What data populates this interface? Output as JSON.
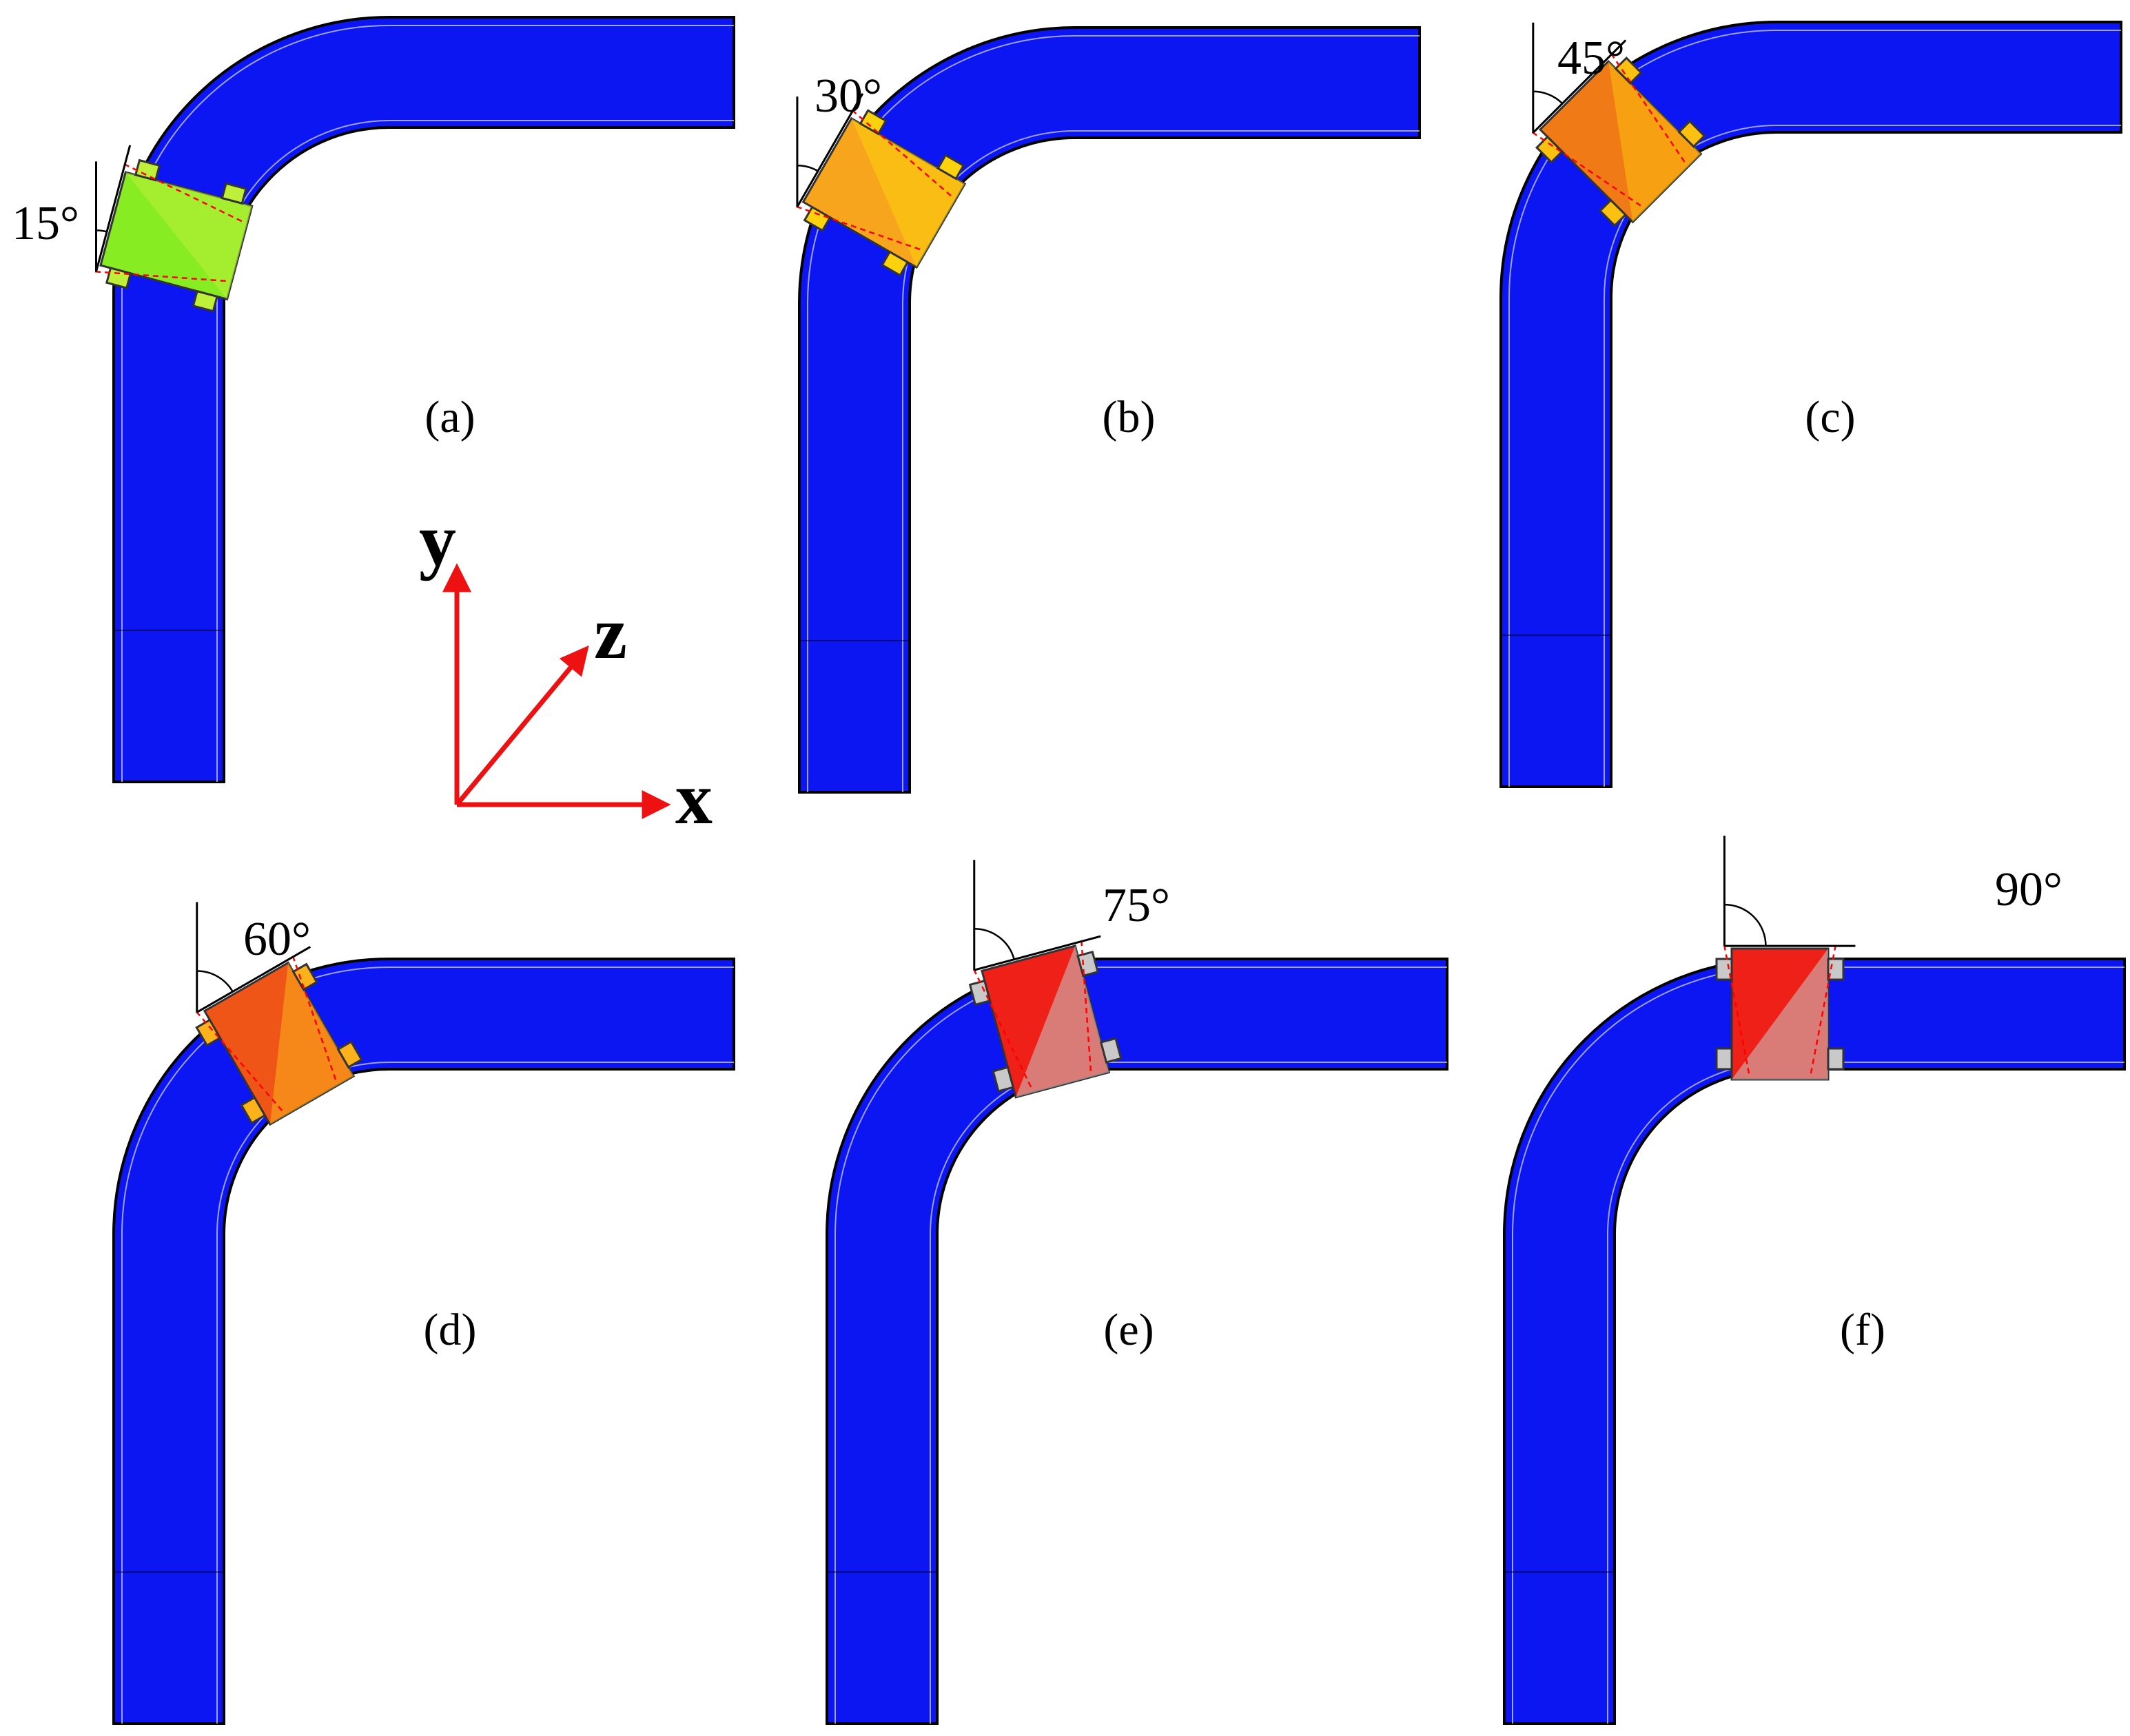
{
  "colors": {
    "pipe": "#0b16f2",
    "pipe_outline": "#000000",
    "pipe_inner_line": "#ffffff",
    "axis": "#ee1111",
    "construction": "#ff0000"
  },
  "axes": {
    "x": "x",
    "y": "y",
    "z": "z"
  },
  "panels": [
    {
      "label": "(a)",
      "angle": "15°",
      "device_color": "#88ec22",
      "accent_color": "#bef03a"
    },
    {
      "label": "(b)",
      "angle": "30°",
      "device_color": "#f7a51c",
      "accent_color": "#fbd20e"
    },
    {
      "label": "(c)",
      "angle": "45°",
      "device_color": "#f07a16",
      "accent_color": "#fbc010"
    },
    {
      "label": "(d)",
      "angle": "60°",
      "device_color": "#ee5517",
      "accent_color": "#fbb21b"
    },
    {
      "label": "(e)",
      "angle": "75°",
      "device_color": "#ee2018",
      "accent_color": "#c9c9c9"
    },
    {
      "label": "(f)",
      "angle": "90°",
      "device_color": "#ee2018",
      "accent_color": "#c9c9c9"
    }
  ]
}
